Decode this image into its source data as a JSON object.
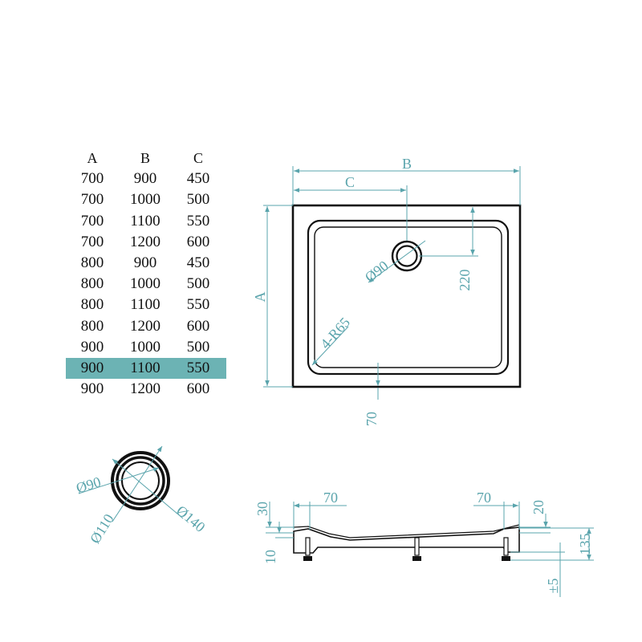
{
  "table": {
    "headers": [
      "A",
      "B",
      "C"
    ],
    "rows": [
      [
        "700",
        "900",
        "450"
      ],
      [
        "700",
        "1000",
        "500"
      ],
      [
        "700",
        "1100",
        "550"
      ],
      [
        "700",
        "1200",
        "600"
      ],
      [
        "800",
        "900",
        "450"
      ],
      [
        "800",
        "1000",
        "500"
      ],
      [
        "800",
        "1100",
        "550"
      ],
      [
        "800",
        "1200",
        "600"
      ],
      [
        "900",
        "1000",
        "500"
      ],
      [
        "900",
        "1100",
        "550"
      ],
      [
        "900",
        "1200",
        "600"
      ]
    ],
    "highlight_row": 9,
    "highlight_color": "#6cb3b4"
  },
  "colors": {
    "dimension": "#5aa4ac",
    "outline": "#111111"
  },
  "top_view": {
    "label_a": "A",
    "label_b": "B",
    "label_c": "C",
    "drain_label": "Ø90",
    "radius_label": "4-R65",
    "offset_220": "220",
    "offset_70": "70"
  },
  "drain_view": {
    "d90": "Ø90",
    "d110": "Ø110",
    "d140": "Ø140"
  },
  "side_view": {
    "w70_left": "70",
    "w70_right": "70",
    "h30": "30",
    "h10": "10",
    "h20": "20",
    "h135": "135",
    "tol": "±5"
  }
}
